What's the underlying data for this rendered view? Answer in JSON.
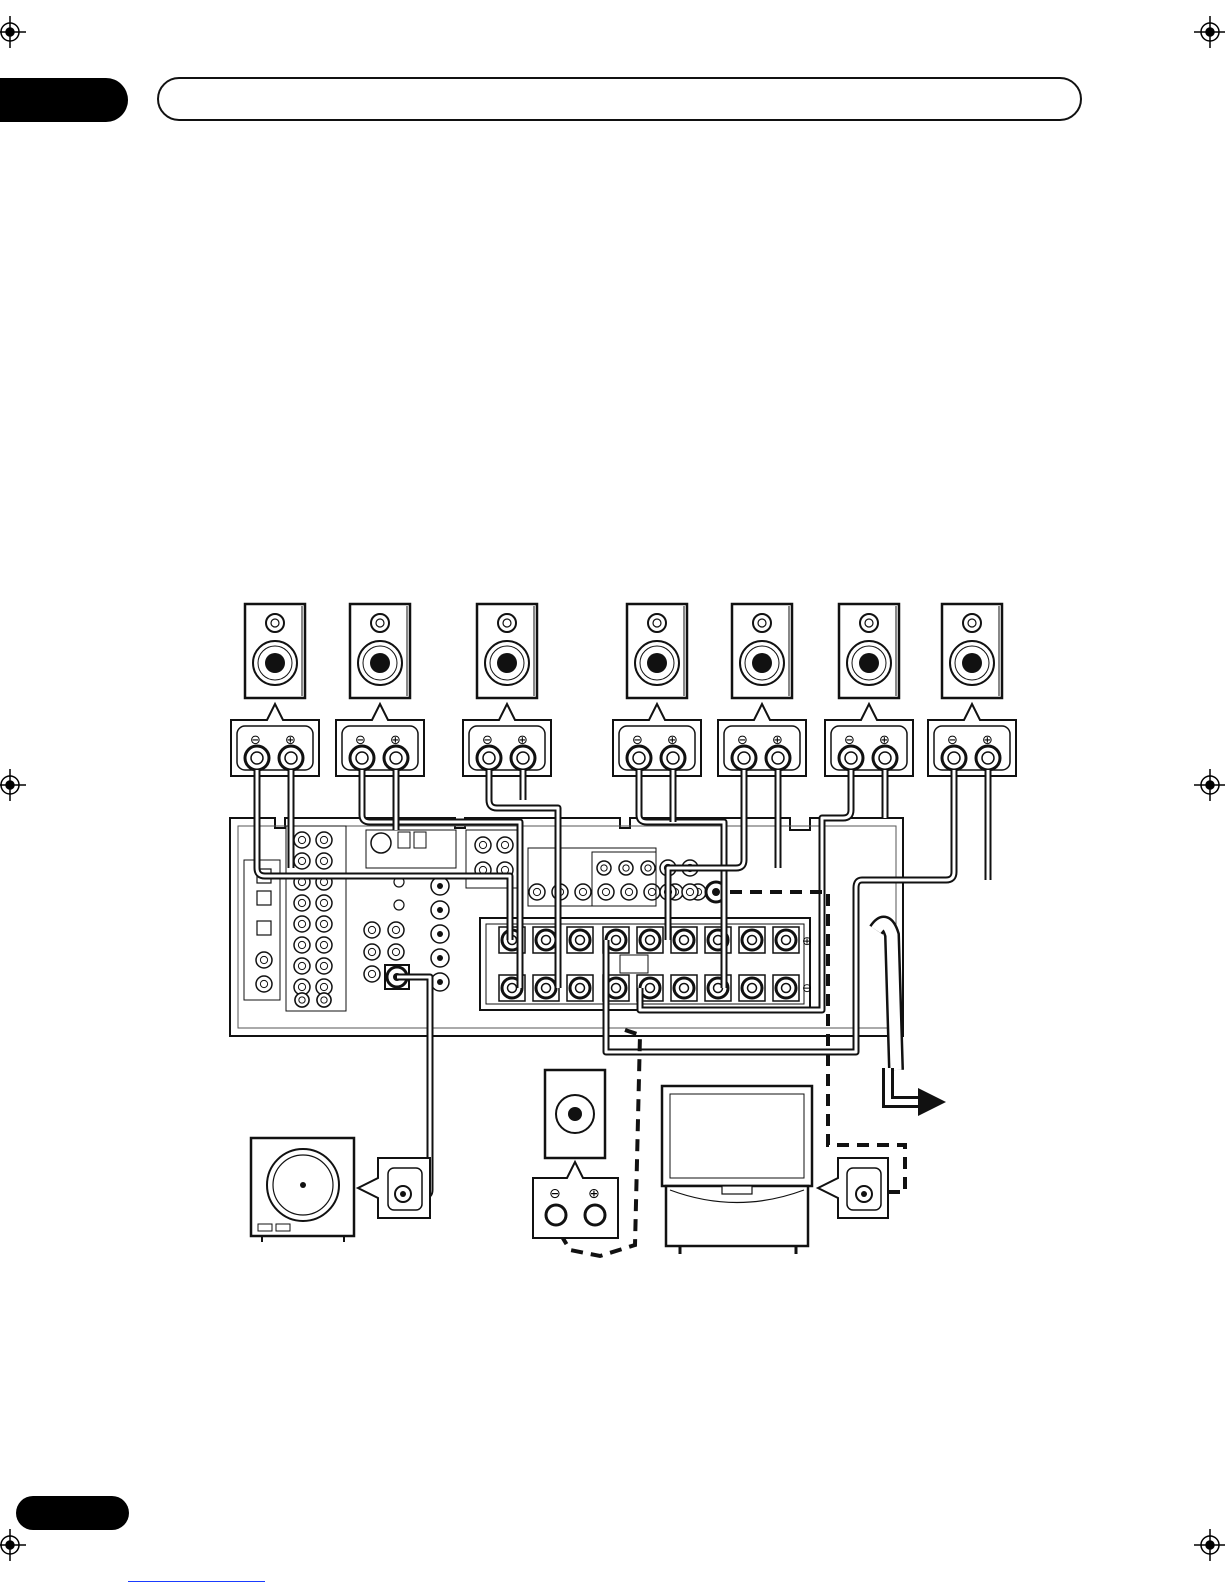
{
  "page": {
    "chapter_tab_color": "#000000",
    "header_bar": "",
    "page_number_tab_color": "#000000"
  },
  "diagram": {
    "components": [
      "speaker",
      "speaker",
      "speaker",
      "speaker",
      "speaker",
      "speaker",
      "speaker",
      "receiver-rear-panel",
      "subwoofer",
      "speaker",
      "tv-monitor",
      "power-cord"
    ],
    "terminal_symbols": {
      "minus": "⊖",
      "plus": "⊕"
    },
    "connections": [
      {
        "from": "speaker-1",
        "to": "receiver-terminals",
        "style": "cable"
      },
      {
        "from": "speaker-2",
        "to": "receiver-terminals",
        "style": "cable"
      },
      {
        "from": "speaker-3",
        "to": "receiver-terminals",
        "style": "cable"
      },
      {
        "from": "speaker-4",
        "to": "receiver-terminals",
        "style": "cable"
      },
      {
        "from": "speaker-5",
        "to": "receiver-terminals",
        "style": "cable"
      },
      {
        "from": "speaker-6",
        "to": "receiver-terminals",
        "style": "cable"
      },
      {
        "from": "speaker-7",
        "to": "receiver-terminals",
        "style": "cable"
      },
      {
        "from": "receiver",
        "to": "subwoofer",
        "style": "cable"
      },
      {
        "from": "receiver",
        "to": "speaker-8",
        "style": "dashed"
      },
      {
        "from": "receiver",
        "to": "tv-monitor",
        "style": "dashed"
      }
    ]
  }
}
